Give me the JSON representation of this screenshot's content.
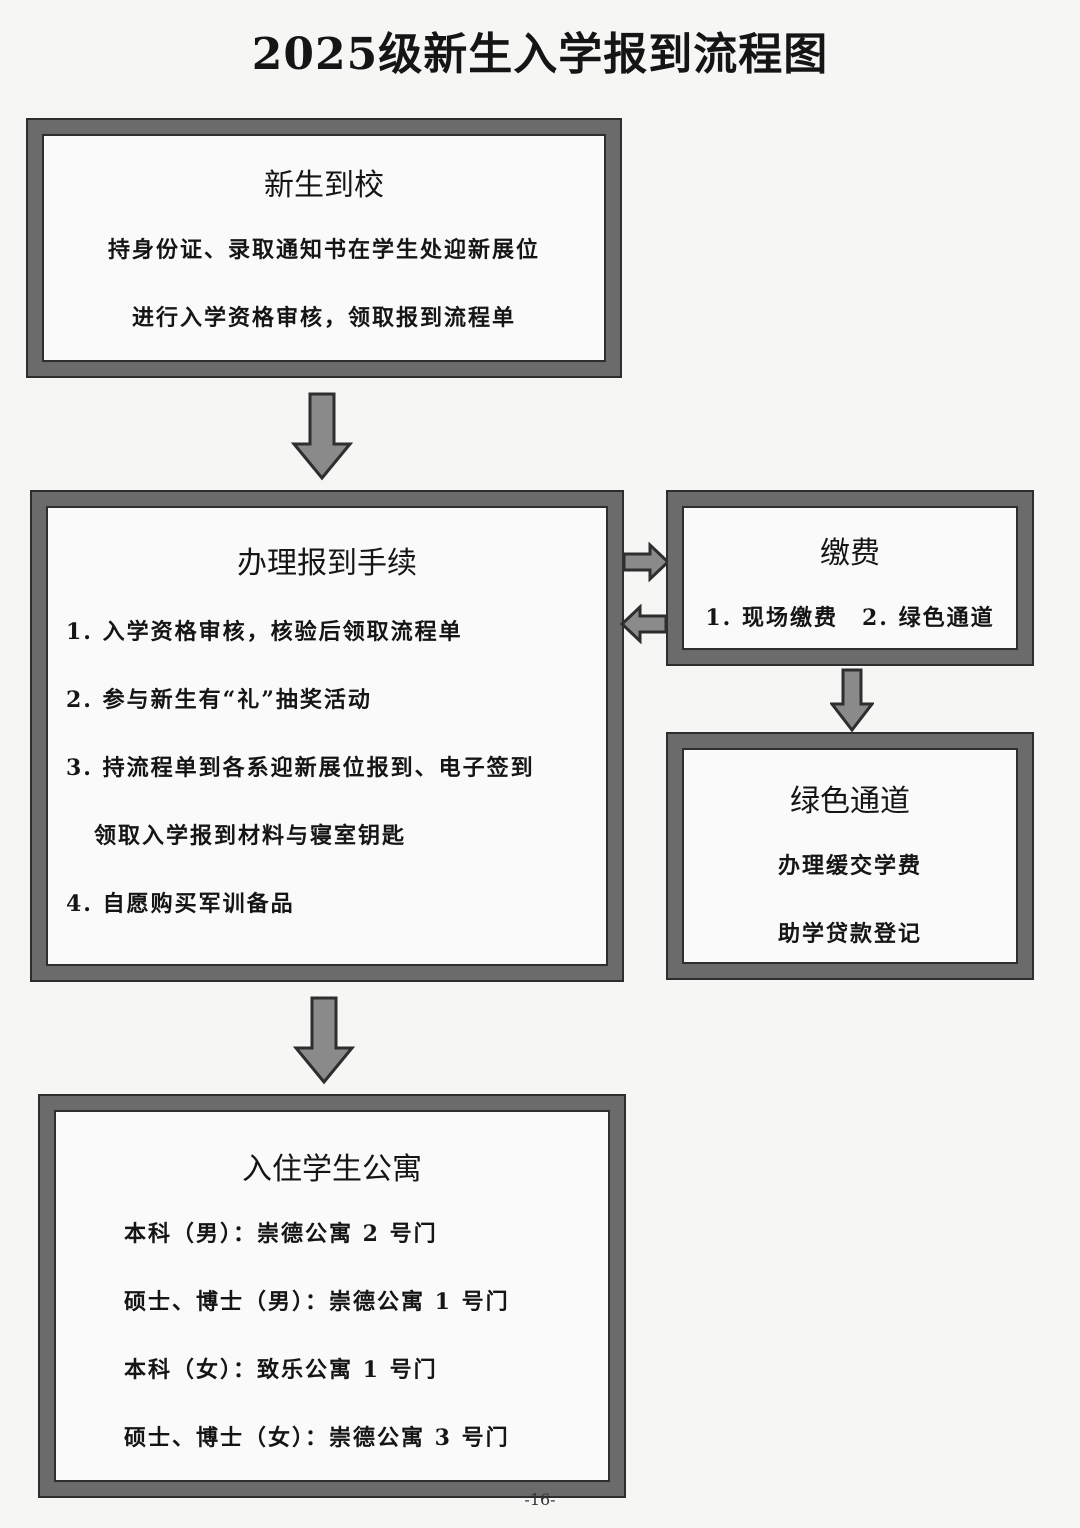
{
  "title": "2025级新生入学报到流程图",
  "boxes": {
    "arrival": {
      "title": "新生到校",
      "lines": [
        "持身份证、录取通知书在学生处迎新展位",
        "进行入学资格审核，领取报到流程单"
      ]
    },
    "registration": {
      "title": "办理报到手续",
      "lines": [
        "1. 入学资格审核，核验后领取流程单",
        "2. 参与新生有“礼”抽奖活动",
        "3. 持流程单到各系迎新展位报到、电子签到",
        "领取入学报到材料与寝室钥匙",
        "4. 自愿购买军训备品"
      ]
    },
    "payment": {
      "title": "缴费",
      "lines": [
        "1. 现场缴费　2. 绿色通道"
      ]
    },
    "green_channel": {
      "title": "绿色通道",
      "lines": [
        "办理缓交学费",
        "助学贷款登记"
      ]
    },
    "dorm": {
      "title": "入住学生公寓",
      "lines": [
        "本科（男）：崇德公寓 2 号门",
        "硕士、博士（男）：崇德公寓 1 号门",
        "本科（女）：致乐公寓 1 号门",
        "硕士、博士（女）：崇德公寓 3 号门"
      ]
    }
  },
  "footer": "-16-",
  "colors": {
    "border": "#6b6b6b",
    "arrow_fill": "#8a8a8a",
    "outline": "#2e2e2e"
  }
}
